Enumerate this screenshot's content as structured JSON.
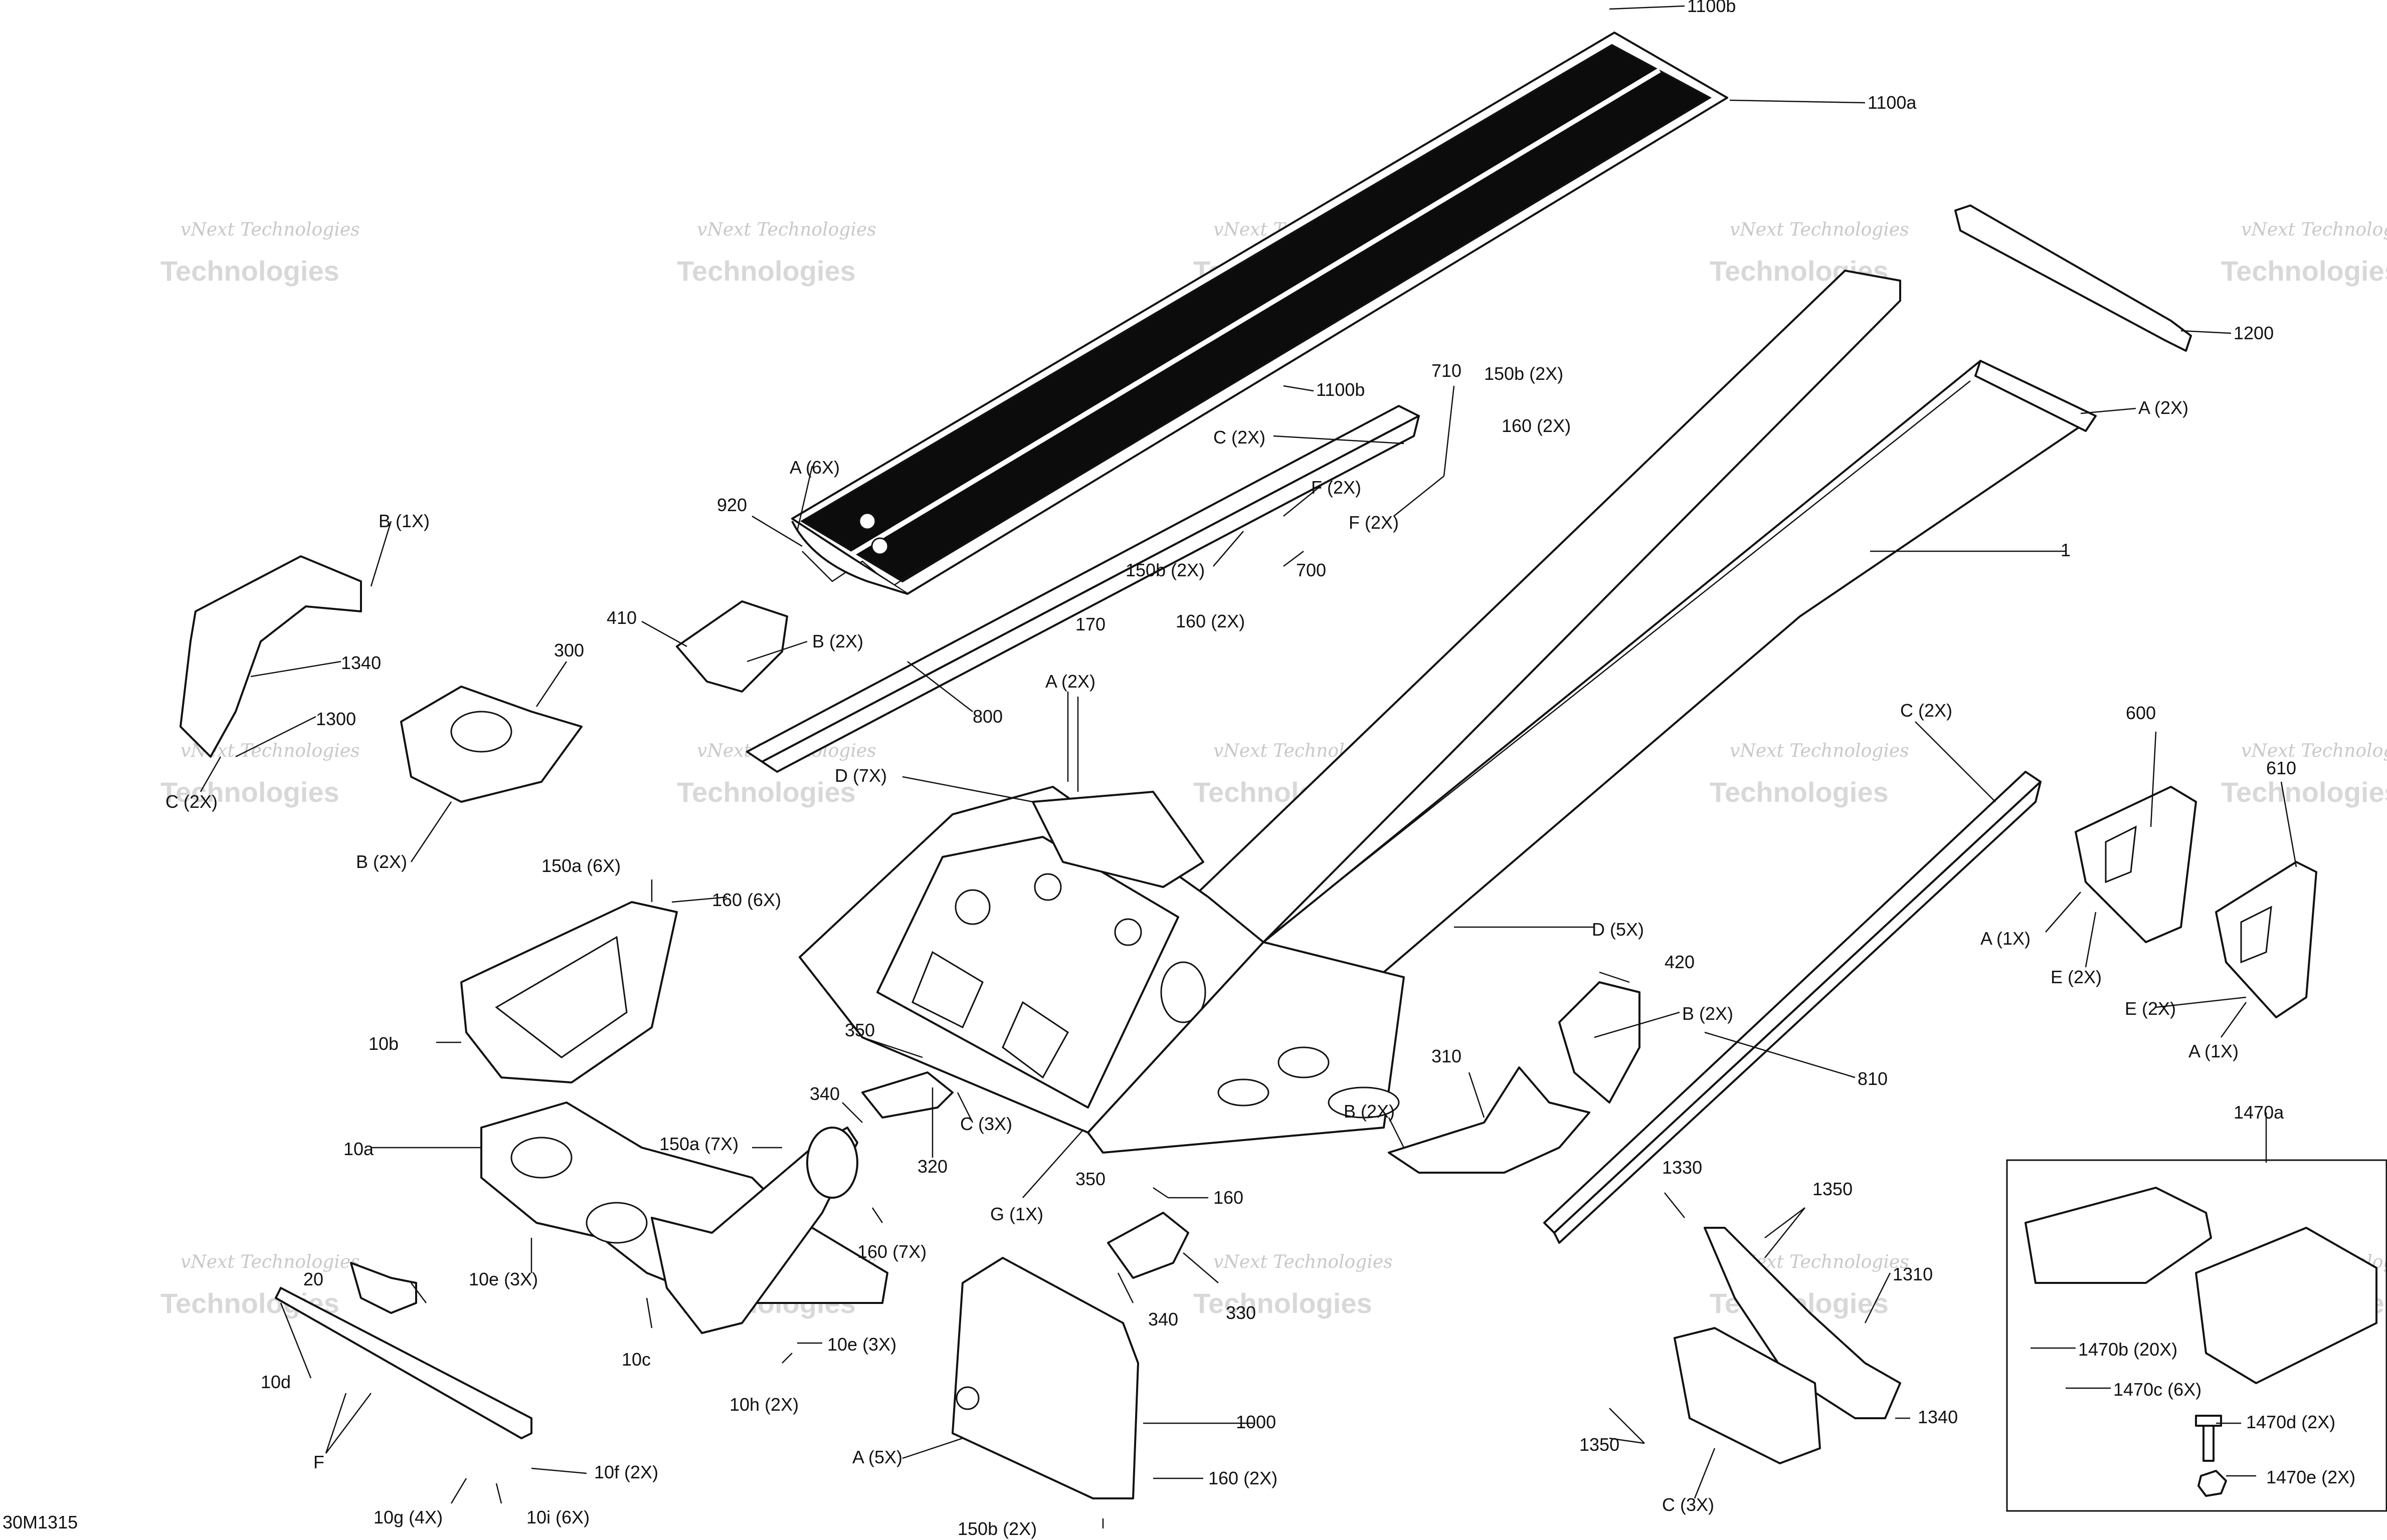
{
  "diagram_code": "30M1315",
  "watermark": {
    "line1": "vNext Technologies",
    "line2": "Technologies"
  },
  "labels": [
    "1100b",
    "1100a",
    "1100b",
    "1200",
    "A (2X)",
    "1",
    "710",
    "150b (2X)",
    "160 (2X)",
    "F (2X)",
    "C (2X)",
    "F (2X)",
    "150b (2X)",
    "700",
    "160 (2X)",
    "A (6X)",
    "920",
    "170",
    "B (1X)",
    "1340",
    "300",
    "1300",
    "C (2X)",
    "B (2X)",
    "410",
    "B (2X)",
    "800",
    "A (2X)",
    "D (7X)",
    "C (2X)",
    "600",
    "610",
    "A (1X)",
    "E (2X)",
    "E (2X)",
    "A (1X)",
    "150a (6X)",
    "160 (6X)",
    "10b",
    "D (5X)",
    "420",
    "B (2X)",
    "350",
    "340",
    "C (3X)",
    "320",
    "310",
    "B (2X)",
    "810",
    "10a",
    "150a (7X)",
    "G (1X)",
    "160 (7X)",
    "350",
    "160",
    "1470a",
    "10e (3X)",
    "20",
    "10c",
    "10e (3X)",
    "330",
    "340",
    "1330",
    "1350",
    "1310",
    "1470b (20X)",
    "1470c (6X)",
    "10d",
    "10h (2X)",
    "1000",
    "A (5X)",
    "F",
    "160 (2X)",
    "10f (2X)",
    "1470d (2X)",
    "10g (4X)",
    "10i (6X)",
    "150b (2X)",
    "1350",
    "1340",
    "C (3X)",
    "1470e (2X)"
  ]
}
